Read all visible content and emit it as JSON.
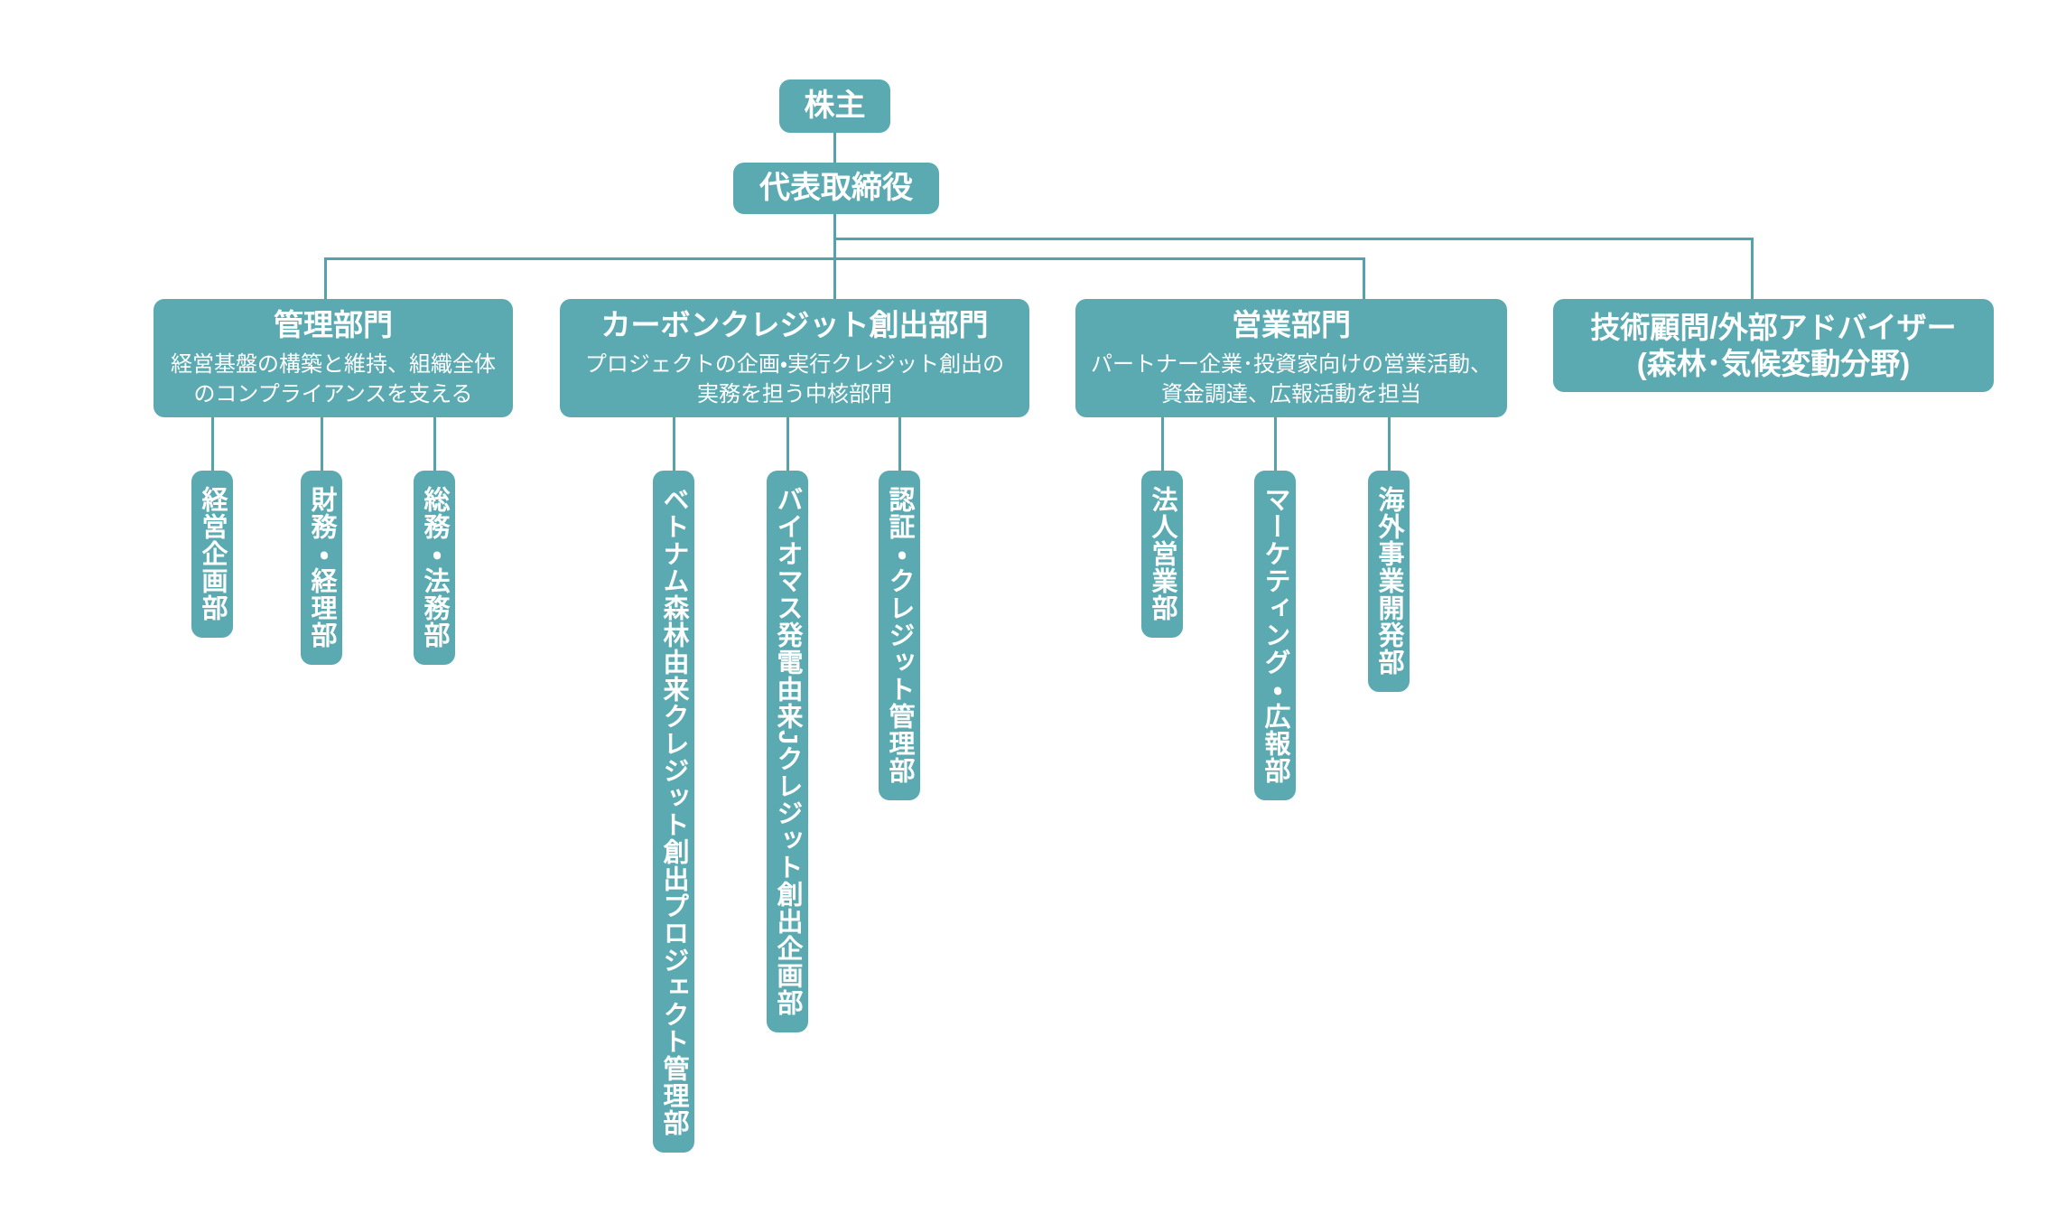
{
  "colors": {
    "node_fill": "#5baab2",
    "connector": "#53a3ad",
    "node_text": "#ffffff",
    "background": "#ffffff"
  },
  "root": {
    "label": "株主"
  },
  "ceo": {
    "label": "代表取締役"
  },
  "departments": [
    {
      "title": "管理部門",
      "desc_lines": [
        "経営基盤の構築と維持、組織全体",
        "のコンプライアンスを支える"
      ],
      "children": [
        "経営企画部",
        "財務・経理部",
        "総務・法務部"
      ]
    },
    {
      "title": "カーボンクレジット創出部門",
      "desc_lines": [
        "プロジェクトの企画・実行クレジット創出の",
        "実務を担う中核部門"
      ],
      "children": [
        "ベトナム森林由来クレジット創出プロジェクト管理部",
        "バイオマス発電由来Jクレジット創出企画部",
        "認証・クレジット管理部"
      ]
    },
    {
      "title": "営業部門",
      "desc_lines": [
        "パートナー企業･投資家向けの営業活動、",
        "資金調達、広報活動を担当"
      ],
      "children": [
        "法人営業部",
        "マーケティング・広報部",
        "海外事業開発部"
      ]
    },
    {
      "title_lines": [
        "技術顧問/外部アドバイザー",
        "(森林･気候変動分野)"
      ],
      "children": []
    }
  ]
}
